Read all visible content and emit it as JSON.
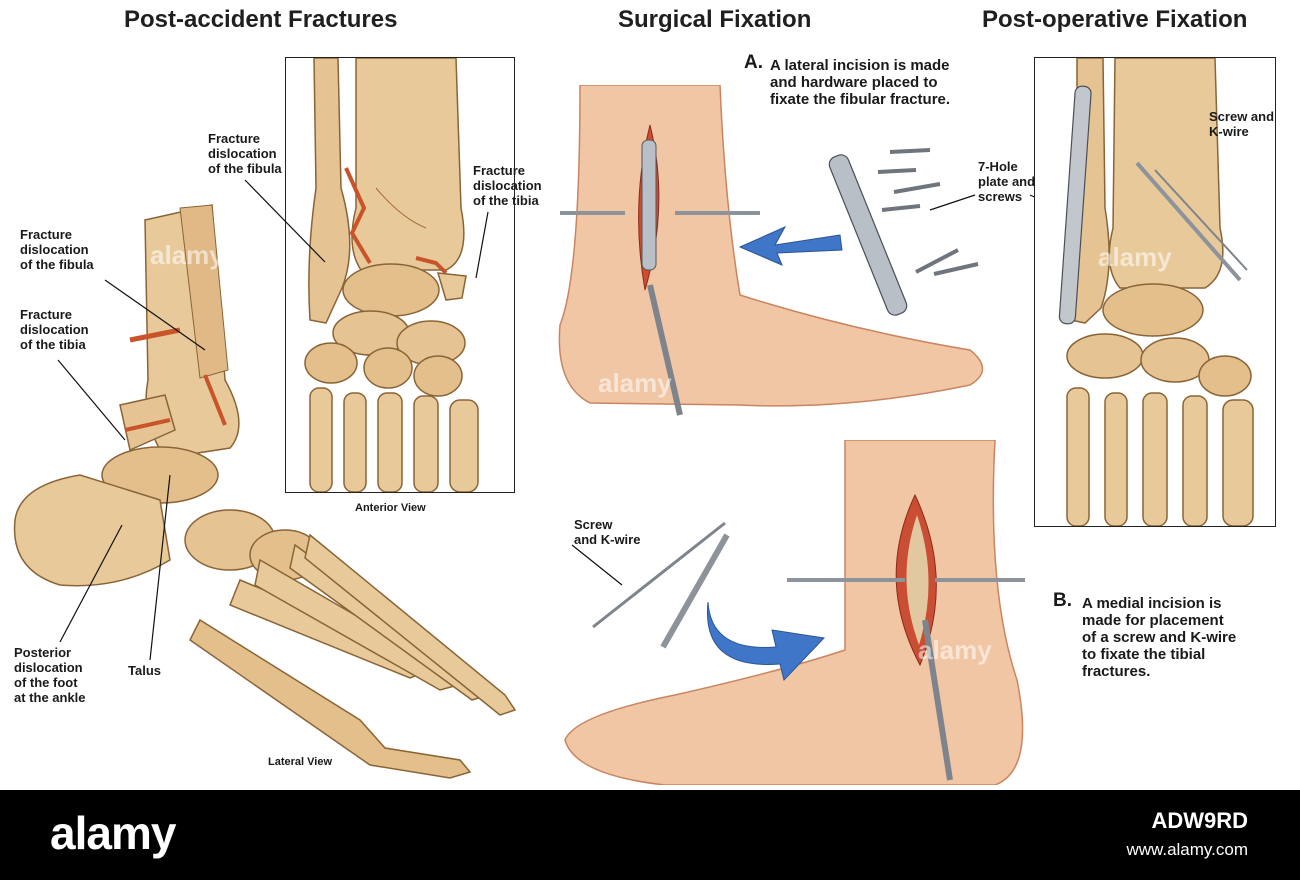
{
  "sections": {
    "post_accident": "Post-accident Fractures",
    "surgical": "Surgical Fixation",
    "post_operative": "Post-operative Fixation"
  },
  "labels": {
    "fibula_anterior": "Fracture\ndislocation\nof the fibula",
    "tibia_anterior": "Fracture\ndislocation\nof the tibia",
    "fibula_lateral": "Fracture\ndislocation\nof the fibula",
    "tibia_lateral": "Fracture\ndislocation\nof the tibia",
    "posterior_dislocation": "Posterior\ndislocation\nof the foot\nat the ankle",
    "talus": "Talus",
    "screw_kwire_post": "Screw and\nK-wire",
    "plate_screws": "7-Hole\nplate and\nscrews",
    "screw_kwire_surgical": "Screw\nand K-wire"
  },
  "captions": {
    "anterior_view": "Anterior View",
    "lateral_view": "Lateral View"
  },
  "steps": {
    "a_letter": "A.",
    "a_text": "A lateral incision is made\nand hardware placed to\nfixate the fibular fracture.",
    "b_letter": "B.",
    "b_text": "A medial incision is\nmade for  placement\nof a screw and K-wire\nto fixate the tibial\nfractures."
  },
  "footer": {
    "logo": "alamy",
    "image_id": "ADW9RD",
    "url": "www.alamy.com"
  },
  "colors": {
    "bone": "#e8c99a",
    "bone_dark": "#b88a55",
    "skin": "#f1c6a4",
    "skin_dark": "#d99a78",
    "arrow": "#3f76c8",
    "fracture": "#c9542a"
  }
}
